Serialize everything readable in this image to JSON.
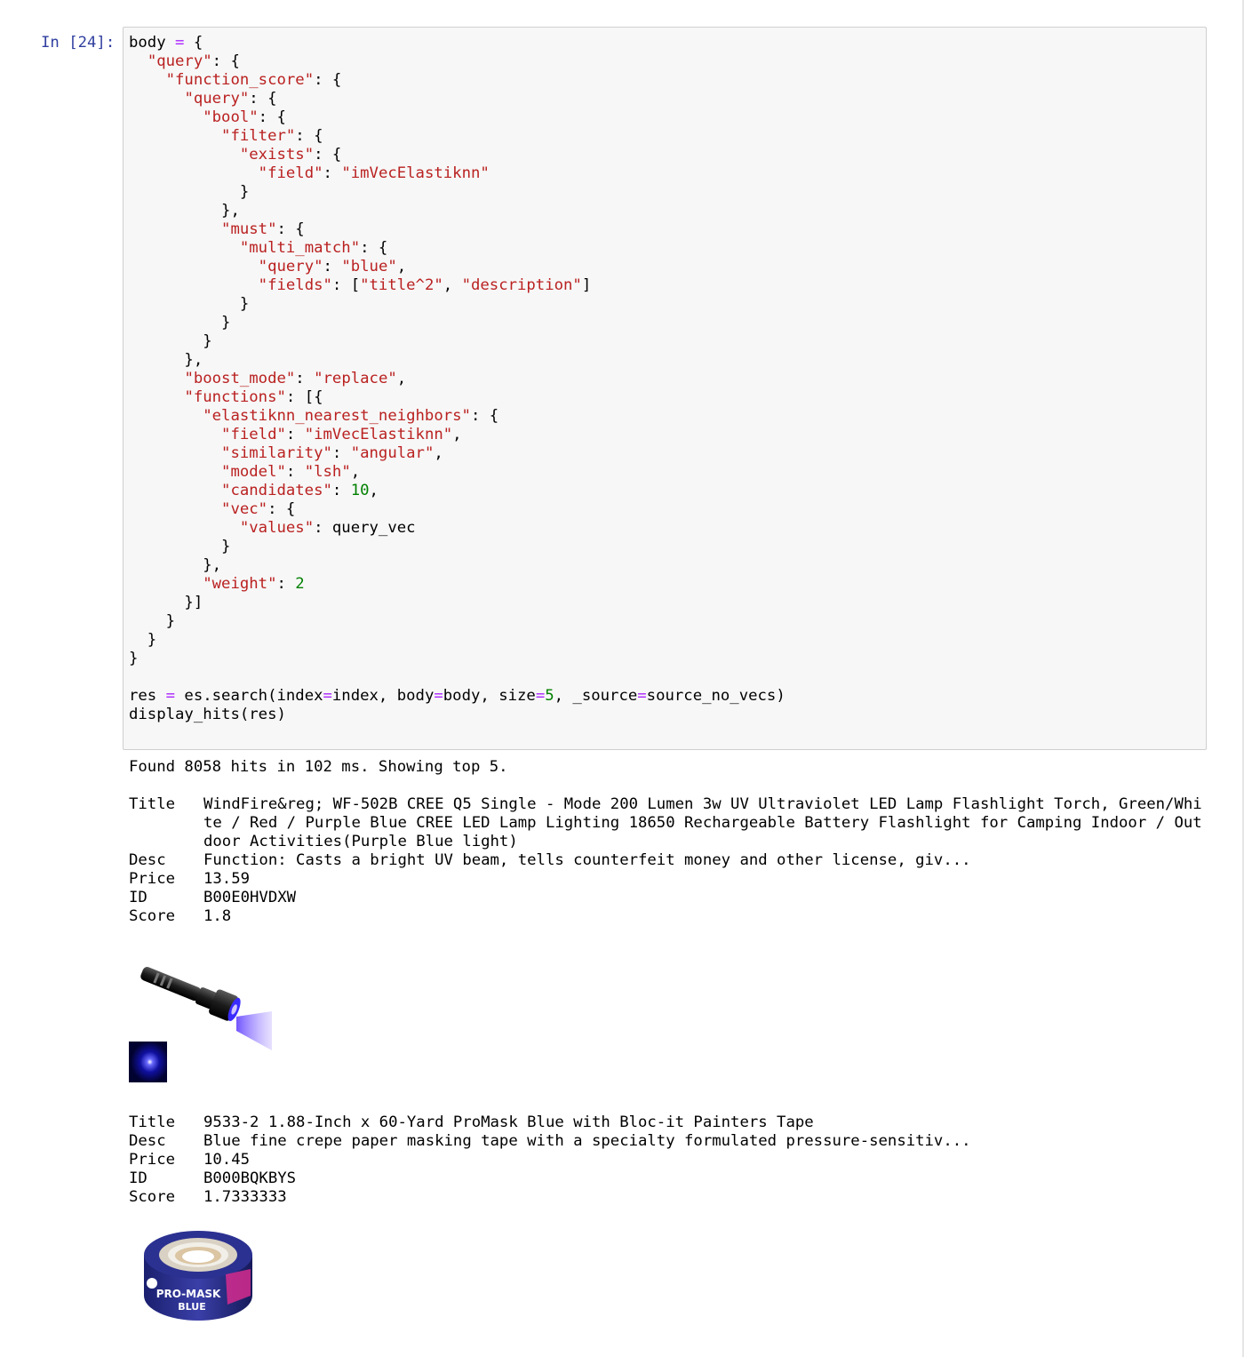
{
  "cell": {
    "prompt": "In [24]:",
    "code_lines": [
      [
        [
          "t",
          "body "
        ],
        [
          "o",
          "="
        ],
        [
          "t",
          " {"
        ]
      ],
      [
        [
          "t",
          "  "
        ],
        [
          "s",
          "\"query\""
        ],
        [
          "t",
          ": {"
        ]
      ],
      [
        [
          "t",
          "    "
        ],
        [
          "s",
          "\"function_score\""
        ],
        [
          "t",
          ": {"
        ]
      ],
      [
        [
          "t",
          "      "
        ],
        [
          "s",
          "\"query\""
        ],
        [
          "t",
          ": {"
        ]
      ],
      [
        [
          "t",
          "        "
        ],
        [
          "s",
          "\"bool\""
        ],
        [
          "t",
          ": {"
        ]
      ],
      [
        [
          "t",
          "          "
        ],
        [
          "s",
          "\"filter\""
        ],
        [
          "t",
          ": {"
        ]
      ],
      [
        [
          "t",
          "            "
        ],
        [
          "s",
          "\"exists\""
        ],
        [
          "t",
          ": {"
        ]
      ],
      [
        [
          "t",
          "              "
        ],
        [
          "s",
          "\"field\""
        ],
        [
          "t",
          ": "
        ],
        [
          "s",
          "\"imVecElastiknn\""
        ]
      ],
      [
        [
          "t",
          "            }"
        ]
      ],
      [
        [
          "t",
          "          },"
        ]
      ],
      [
        [
          "t",
          "          "
        ],
        [
          "s",
          "\"must\""
        ],
        [
          "t",
          ": {"
        ]
      ],
      [
        [
          "t",
          "            "
        ],
        [
          "s",
          "\"multi_match\""
        ],
        [
          "t",
          ": {"
        ]
      ],
      [
        [
          "t",
          "              "
        ],
        [
          "s",
          "\"query\""
        ],
        [
          "t",
          ": "
        ],
        [
          "s",
          "\"blue\""
        ],
        [
          "t",
          ","
        ]
      ],
      [
        [
          "t",
          "              "
        ],
        [
          "s",
          "\"fields\""
        ],
        [
          "t",
          ": ["
        ],
        [
          "s",
          "\"title^2\""
        ],
        [
          "t",
          ", "
        ],
        [
          "s",
          "\"description\""
        ],
        [
          "t",
          "]"
        ]
      ],
      [
        [
          "t",
          "            }"
        ]
      ],
      [
        [
          "t",
          "          }"
        ]
      ],
      [
        [
          "t",
          "        }"
        ]
      ],
      [
        [
          "t",
          "      },"
        ]
      ],
      [
        [
          "t",
          "      "
        ],
        [
          "s",
          "\"boost_mode\""
        ],
        [
          "t",
          ": "
        ],
        [
          "s",
          "\"replace\""
        ],
        [
          "t",
          ","
        ]
      ],
      [
        [
          "t",
          "      "
        ],
        [
          "s",
          "\"functions\""
        ],
        [
          "t",
          ": [{"
        ]
      ],
      [
        [
          "t",
          "        "
        ],
        [
          "s",
          "\"elastiknn_nearest_neighbors\""
        ],
        [
          "t",
          ": {"
        ]
      ],
      [
        [
          "t",
          "          "
        ],
        [
          "s",
          "\"field\""
        ],
        [
          "t",
          ": "
        ],
        [
          "s",
          "\"imVecElastiknn\""
        ],
        [
          "t",
          ","
        ]
      ],
      [
        [
          "t",
          "          "
        ],
        [
          "s",
          "\"similarity\""
        ],
        [
          "t",
          ": "
        ],
        [
          "s",
          "\"angular\""
        ],
        [
          "t",
          ","
        ]
      ],
      [
        [
          "t",
          "          "
        ],
        [
          "s",
          "\"model\""
        ],
        [
          "t",
          ": "
        ],
        [
          "s",
          "\"lsh\""
        ],
        [
          "t",
          ","
        ]
      ],
      [
        [
          "t",
          "          "
        ],
        [
          "s",
          "\"candidates\""
        ],
        [
          "t",
          ": "
        ],
        [
          "n",
          "10"
        ],
        [
          "t",
          ","
        ]
      ],
      [
        [
          "t",
          "          "
        ],
        [
          "s",
          "\"vec\""
        ],
        [
          "t",
          ": {"
        ]
      ],
      [
        [
          "t",
          "            "
        ],
        [
          "s",
          "\"values\""
        ],
        [
          "t",
          ": query_vec"
        ]
      ],
      [
        [
          "t",
          "          }"
        ]
      ],
      [
        [
          "t",
          "        },"
        ]
      ],
      [
        [
          "t",
          "        "
        ],
        [
          "s",
          "\"weight\""
        ],
        [
          "t",
          ": "
        ],
        [
          "n",
          "2"
        ]
      ],
      [
        [
          "t",
          "      }]"
        ]
      ],
      [
        [
          "t",
          "    }"
        ]
      ],
      [
        [
          "t",
          "  }"
        ]
      ],
      [
        [
          "t",
          "}"
        ]
      ],
      [
        [
          "t",
          ""
        ]
      ],
      [
        [
          "t",
          "res "
        ],
        [
          "o",
          "="
        ],
        [
          "t",
          " es.search(index"
        ],
        [
          "o",
          "="
        ],
        [
          "t",
          "index, body"
        ],
        [
          "o",
          "="
        ],
        [
          "t",
          "body, size"
        ],
        [
          "o",
          "="
        ],
        [
          "n",
          "5"
        ],
        [
          "t",
          ", _source"
        ],
        [
          "o",
          "="
        ],
        [
          "t",
          "source_no_vecs)"
        ]
      ],
      [
        [
          "t",
          "display_hits(res)"
        ]
      ]
    ]
  },
  "output": {
    "summary": "Found 8058 hits in 102 ms. Showing top 5.",
    "labels": {
      "title": "Title",
      "desc": "Desc",
      "price": "Price",
      "id": "ID",
      "score": "Score"
    },
    "hits": [
      {
        "title": "WindFire&reg; WF-502B CREE Q5 Single - Mode 200 Lumen 3w UV Ultraviolet LED Lamp Flashlight Torch, Green/White / Red / Purple Blue CREE LED Lamp Lighting 18650 Rechargeable Battery Flashlight for Camping Indoor / Outdoor Activities(Purple Blue light)",
        "desc": "Function: Casts a bright UV beam, tells counterfeit money and other license, giv...",
        "price": "13.59",
        "id": "B00E0HVDXW",
        "score": "1.8"
      },
      {
        "title": "9533-2 1.88-Inch x 60-Yard ProMask Blue with Bloc-it Painters Tape",
        "desc": "Blue fine crepe paper masking tape with a specialty formulated pressure-sensitiv...",
        "price": "10.45",
        "id": "B000BQKBYS",
        "score": "1.7333333"
      }
    ]
  },
  "images": {
    "flashlight": "flashlight-image",
    "thumb": "blue-light-thumbnail",
    "tape": "promask-tape-image",
    "tape_label_1": "PRO-MASK",
    "tape_label_2": "BLUE"
  }
}
